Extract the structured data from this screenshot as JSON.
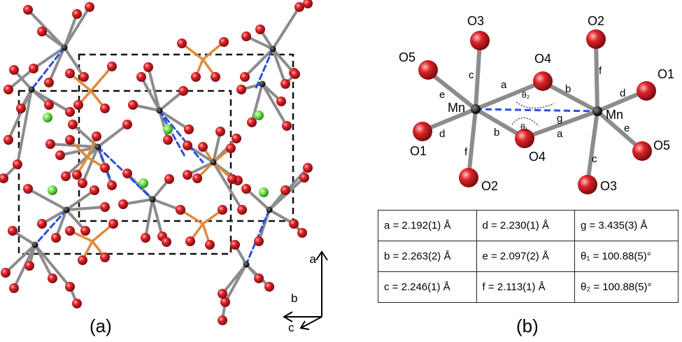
{
  "panel_a": {
    "caption": "(a)",
    "axes": {
      "a": "a",
      "b": "b",
      "c": "c"
    }
  },
  "panel_b": {
    "caption": "(b)",
    "atoms": {
      "mn_left": "Mn",
      "mn_right": "Mn",
      "o3_top": "O3",
      "o2_top": "O2",
      "o5_left": "O5",
      "o4_top": "O4",
      "o1_right": "O1",
      "o1_left": "O1",
      "o4_bottom": "O4",
      "o5_right": "O5",
      "o2_bottom": "O2",
      "o3_bottom": "O3"
    },
    "bond_labels": {
      "c_left": "c",
      "e_left": "e",
      "d_left": "d",
      "f_left": "f",
      "a_top": "a",
      "b_top": "b",
      "b_bottom": "b",
      "a_bottom": "a",
      "f_right": "f",
      "d_right": "d",
      "e_right": "e",
      "c_right": "c",
      "g": "g"
    },
    "angle_labels": {
      "theta2": "θ₂",
      "theta1": "θ₁"
    },
    "table": [
      [
        "a = 2.192(1) Å",
        "d = 2.230(1) Å",
        "g = 3.435(3) Å"
      ],
      [
        "b = 2.263(2)  Å",
        "e = 2.097(2) Å",
        "θ₁ = 100.88(5)°"
      ],
      [
        "c = 2.246(1) Å",
        "f = 2.113(1) Å",
        "θ₂ = 100.88(5)°"
      ]
    ]
  },
  "colors": {
    "oxygen": "#e0242a",
    "manganese": "#1a1a1a",
    "bond": "#8c8c8c",
    "phosphate_bond": "#e08a3a",
    "chloride": "#6ee04a",
    "mn_mn_link": "#2a4fe0"
  }
}
